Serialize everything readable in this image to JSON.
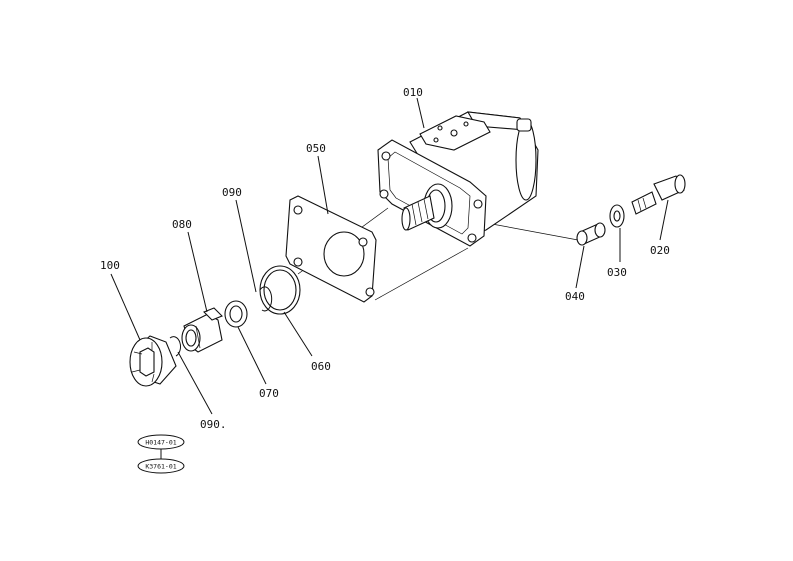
{
  "diagram": {
    "parts": [
      {
        "id": "p010",
        "label": "010",
        "name": "gear-pump"
      },
      {
        "id": "p020",
        "label": "020",
        "name": "bolt"
      },
      {
        "id": "p030",
        "label": "030",
        "name": "washer"
      },
      {
        "id": "p040",
        "label": "040",
        "name": "spacer"
      },
      {
        "id": "p050",
        "label": "050",
        "name": "gasket"
      },
      {
        "id": "p060",
        "label": "060",
        "name": "o-ring"
      },
      {
        "id": "p070",
        "label": "070",
        "name": "washer"
      },
      {
        "id": "p080",
        "label": "080",
        "name": "coupling"
      },
      {
        "id": "p090a",
        "label": "090",
        "name": "snap-ring"
      },
      {
        "id": "p090b",
        "label": "090.",
        "name": "snap-ring"
      },
      {
        "id": "p100",
        "label": "100",
        "name": "flange-coupling"
      }
    ],
    "references": [
      "H0147-01",
      "K3761-01"
    ]
  }
}
